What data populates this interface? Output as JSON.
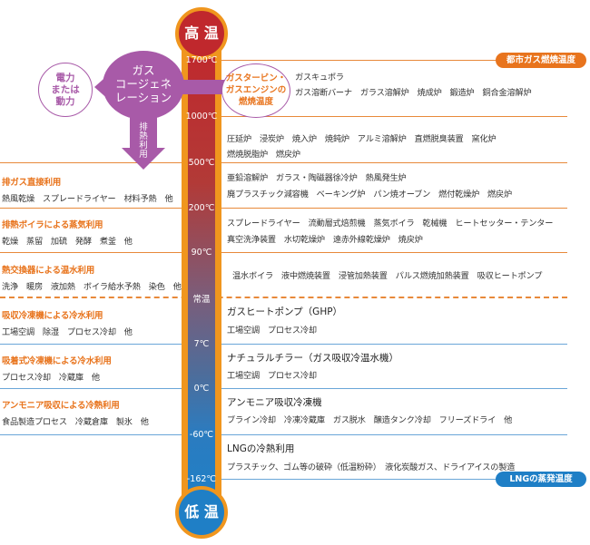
{
  "thermometer": {
    "top_label": "高 温",
    "bottom_label": "低 温",
    "marks": [
      "1700℃",
      "1000℃",
      "500℃",
      "200℃",
      "90℃",
      "常温",
      "7℃",
      "0℃",
      "-60℃",
      "-162℃"
    ],
    "colors": {
      "hot": "#c0282d",
      "cold": "#1f7fc6",
      "frame": "#f0961e"
    }
  },
  "badges": {
    "gas_burn": "都市ガス燃焼温度",
    "lng_evap": "LNGの蒸発温度"
  },
  "cogeneration": {
    "main_lines": [
      "ガス",
      "コージェネ",
      "レーション"
    ],
    "power_lines": [
      "電力",
      "または",
      "動力"
    ],
    "turbine_lines": [
      "ガスタービン・",
      "ガスエンジンの",
      "燃焼温度"
    ],
    "exhaust_lines": [
      "排",
      "熱",
      "利",
      "用"
    ]
  },
  "left_categories": [
    {
      "title": "排ガス直接利用",
      "examples": "熱風乾燥　スプレードライヤー　材料予熱　他"
    },
    {
      "title": "排熱ボイラによる蒸気利用",
      "examples": "乾燥　蒸留　加硫　発酵　煮釜　他"
    },
    {
      "title": "熱交換器による温水利用",
      "examples": "洗浄　暖房　液加熱　ボイラ給水予熱　染色　他"
    },
    {
      "title": "吸収冷凍機による冷水利用",
      "examples": "工場空調　除湿　プロセス冷却　他"
    },
    {
      "title": "吸着式冷凍機による冷水利用",
      "examples": "プロセス冷却　冷蔵庫　他"
    },
    {
      "title": "アンモニア吸収による冷熱利用",
      "examples": "食品製造プロセス　冷蔵倉庫　製氷　他"
    }
  ],
  "right_blocks": {
    "r1": [
      "ガスキュポラ",
      "ガス溶断バーナ　ガラス溶解炉　焼成炉　鍛造炉　銅合金溶解炉"
    ],
    "r2": [
      "圧延炉　浸炭炉　焼入炉　焼鈍炉　アルミ溶解炉　直燃脱臭装置　窯化炉",
      "燃焼脱脂炉　燃戻炉"
    ],
    "r3": [
      "亜鉛溶解炉　ガラス・陶磁器徐冷炉　熱風発生炉",
      "廃プラスチック減容機　ベーキング炉　パン焼オーブン　燃付乾燥炉　燃戻炉"
    ],
    "r4": [
      "スプレードライヤー　流動層式焙煎機　蒸気ボイラ　乾械機　ヒートセッター・テンター",
      "真空洗浄装置　水切乾燥炉　遠赤外線乾燥炉　焼戻炉"
    ],
    "r5": [
      "温水ボイラ　液中燃焼装置　浸管加熱装置　パルス燃焼加熱装置　吸収ヒートポンプ"
    ],
    "ghp": {
      "title": "ガスヒートポンプ（GHP）",
      "items": "工場空調　プロセス冷却"
    },
    "chiller": {
      "title": "ナチュラルチラー（ガス吸収冷温水機）",
      "items": "工場空調　プロセス冷却"
    },
    "ammonia": {
      "title": "アンモニア吸収冷凍機",
      "items": "ブライン冷却　冷凍冷蔵庫　ガス脱水　醸造タンク冷却　フリーズドライ　他"
    },
    "lng": {
      "title": "LNGの冷熱利用",
      "items": "プラスチック、ゴム等の破砕（低温粉砕）　液化炭酸ガス、ドライアイスの製造"
    }
  }
}
